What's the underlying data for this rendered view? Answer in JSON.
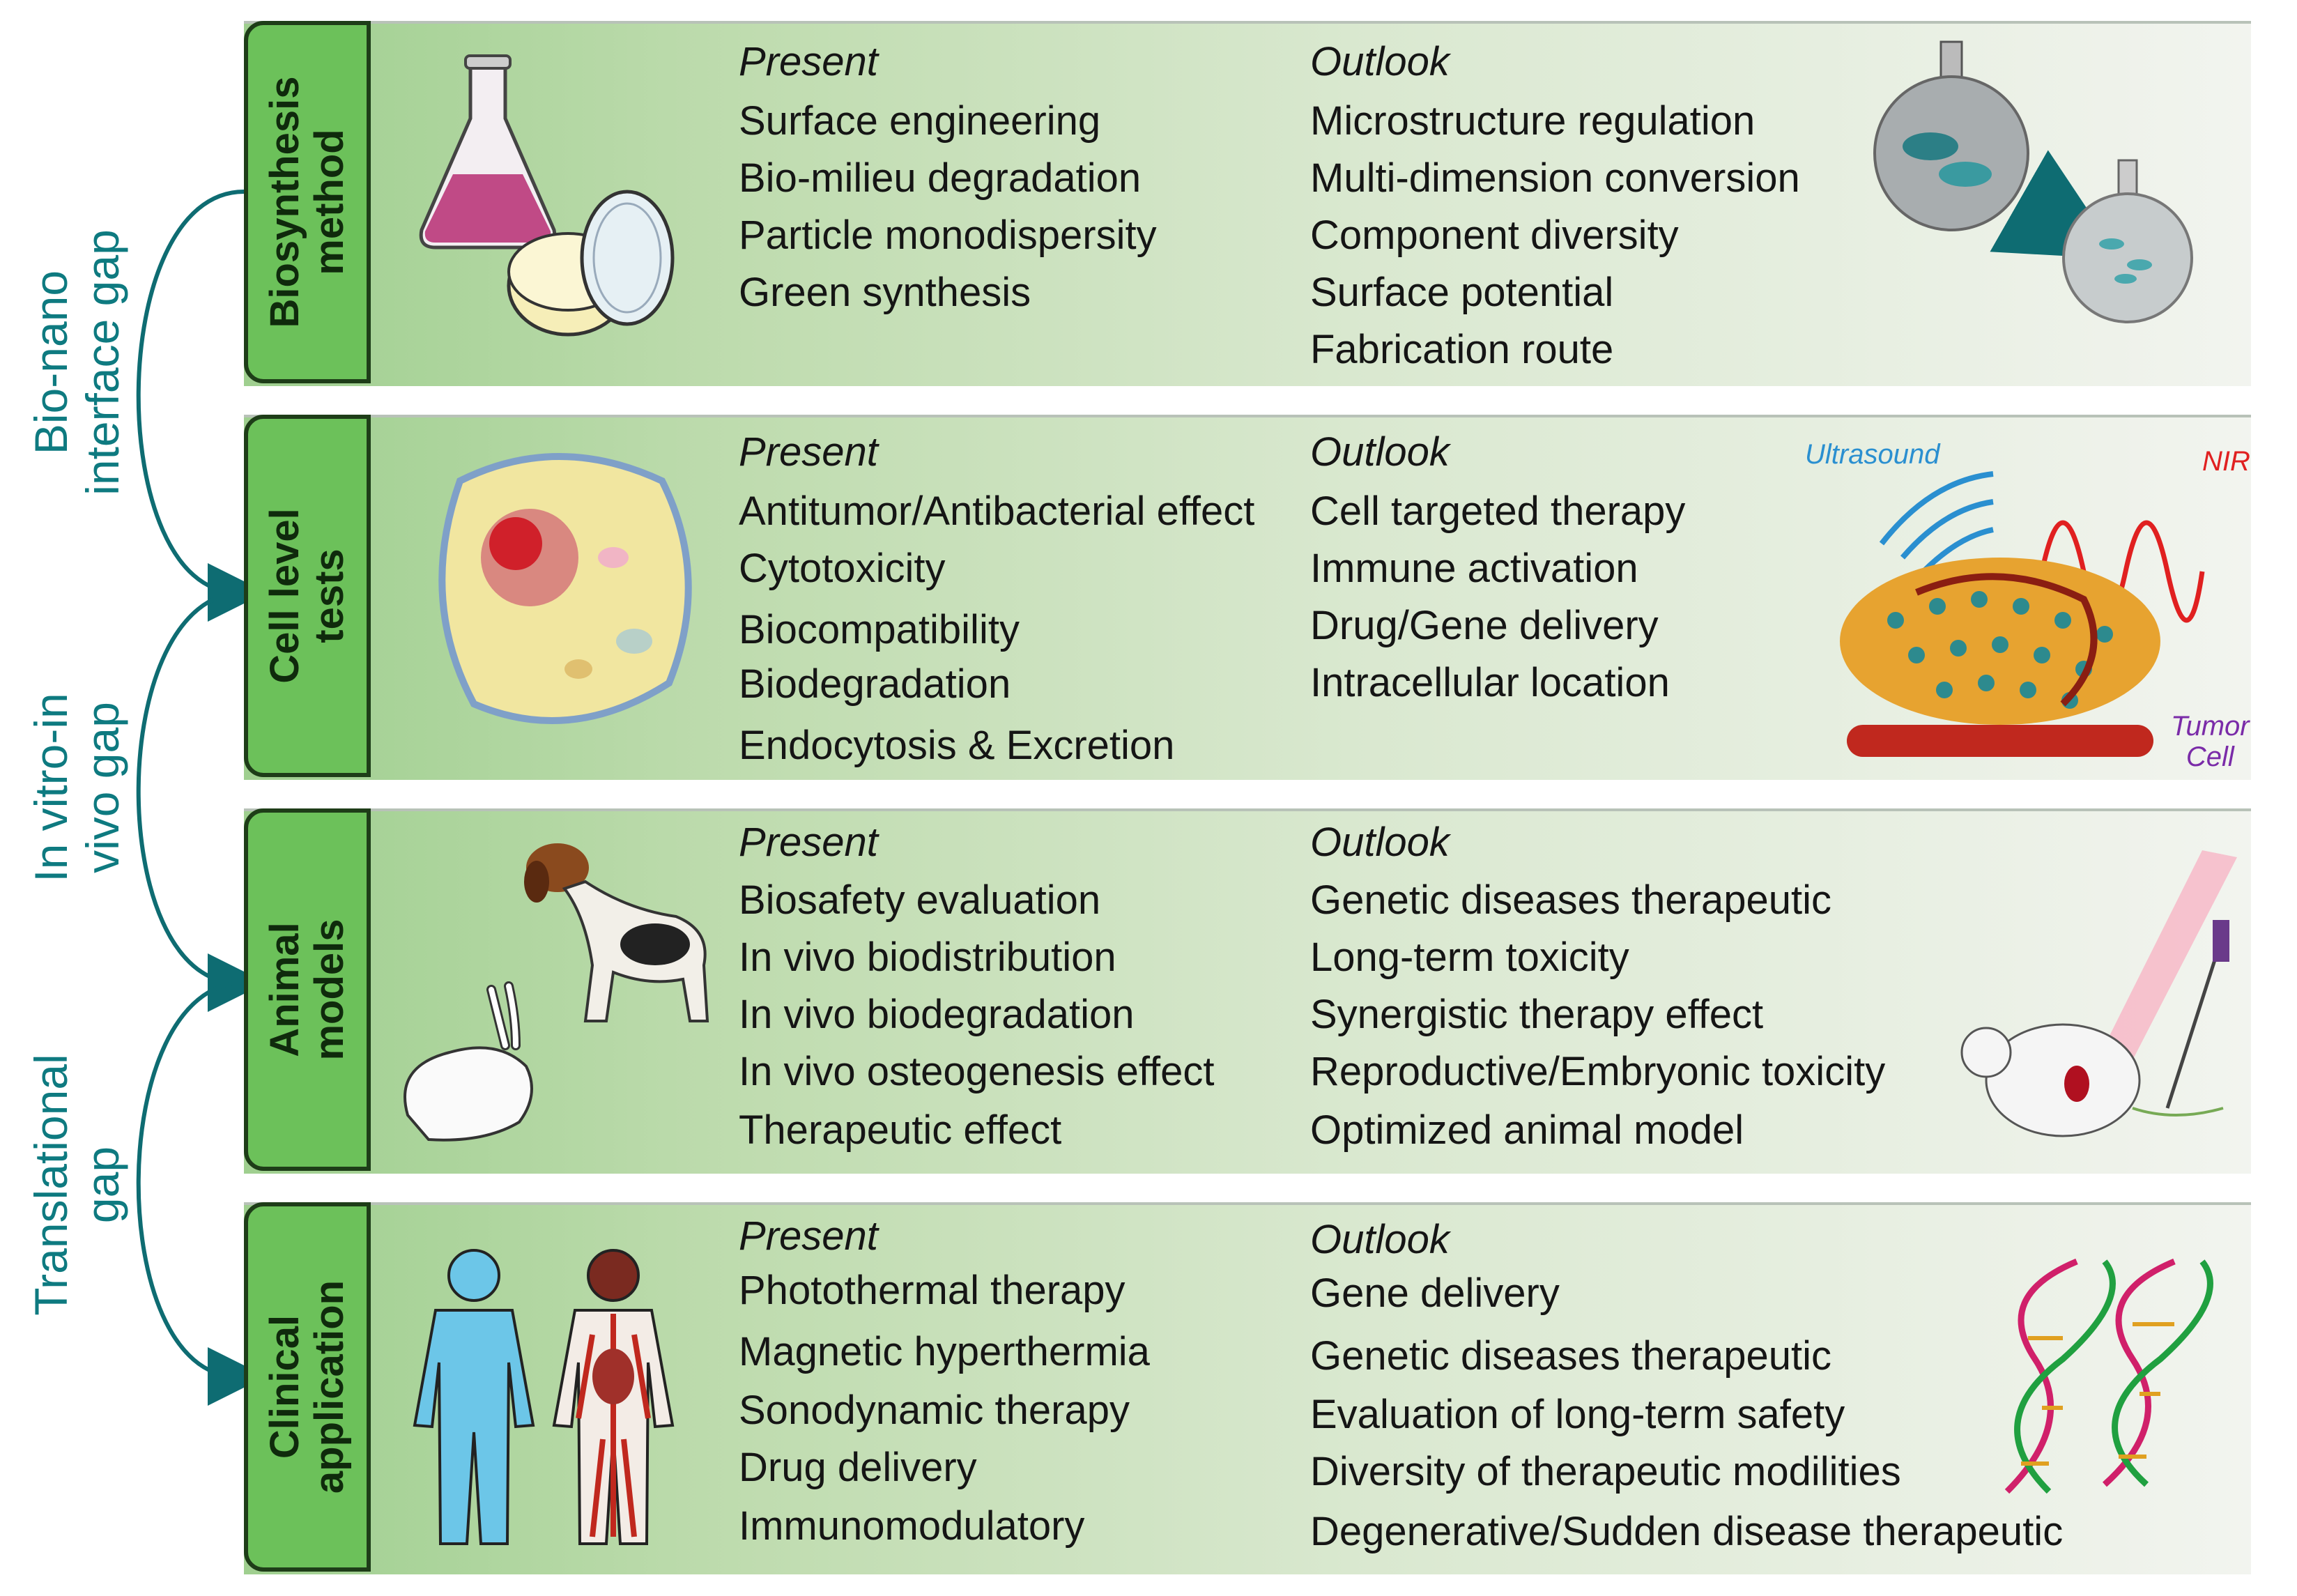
{
  "gaps": [
    {
      "line1": "Bio-nano",
      "line2": "interface gap"
    },
    {
      "line1": "In vitro-in",
      "line2": "vivo gap"
    },
    {
      "line1": "Translational",
      "line2": "gap"
    }
  ],
  "columns": {
    "present": "Present",
    "outlook": "Outlook"
  },
  "rows": [
    {
      "tab": [
        "Biosynthesis",
        "method"
      ],
      "present": [
        "Surface engineering",
        "Bio-milieu degradation",
        "Particle monodispersity",
        "Green synthesis"
      ],
      "outlook": [
        "Microstructure regulation",
        "Multi-dimension conversion",
        "Component diversity",
        "Surface potential",
        "Fabrication route"
      ]
    },
    {
      "tab": [
        "Cell level",
        "tests"
      ],
      "present": [
        "Antitumor/Antibacterial effect",
        "Cytotoxicity",
        "Biocompatibility",
        "Biodegradation",
        "Endocytosis & Excretion"
      ],
      "outlook": [
        "Cell targeted therapy",
        "Immune activation",
        "Drug/Gene delivery",
        "Intracellular location"
      ]
    },
    {
      "tab": [
        "Animal",
        "models"
      ],
      "present": [
        "Biosafety evaluation",
        "In vivo biodistribution",
        "In vivo biodegradation",
        "In vivo osteogenesis effect",
        "Therapeutic effect"
      ],
      "outlook": [
        "Genetic diseases therapeutic",
        "Long-term toxicity",
        "Synergistic therapy effect",
        "Reproductive/Embryonic toxicity",
        "Optimized animal model"
      ]
    },
    {
      "tab": [
        "Clinical",
        "application"
      ],
      "present": [
        "Photothermal therapy",
        "Magnetic hyperthermia",
        "Sonodynamic therapy",
        "Drug delivery",
        "Immunomodulatory"
      ],
      "outlook": [
        "Gene delivery",
        "Genetic diseases therapeutic",
        "Evaluation of long-term safety",
        "Diversity of therapeutic modilities",
        "Degenerative/Sudden disease therapeutic"
      ]
    }
  ],
  "image_labels": {
    "ultrasound": "Ultrasound",
    "nir": "NIR",
    "tumor_cell": [
      "Tumor",
      "Cell"
    ]
  },
  "colors": {
    "tab_fill": "#6cc15a",
    "gap_text": "#0e7a80",
    "ultrasound": "#2a8fd0",
    "nir": "#e02020",
    "tumor_cell": "#7a2ba8"
  }
}
